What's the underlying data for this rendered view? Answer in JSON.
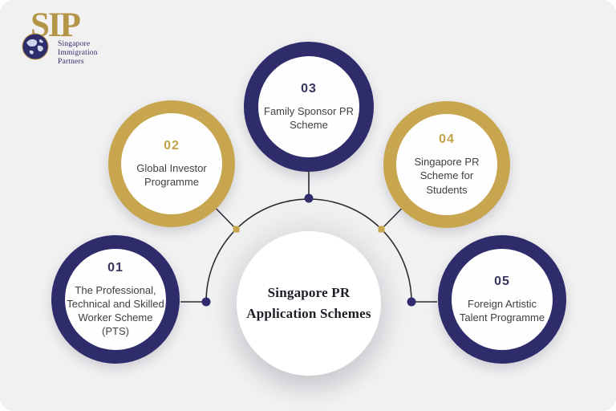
{
  "logo": {
    "acronym": "SIP",
    "company_lines": [
      "Singapore",
      "Immigration",
      "Partners"
    ]
  },
  "center": {
    "title_line1": "Singapore PR",
    "title_line2": "Application Schemes"
  },
  "schemes": [
    {
      "number": "01",
      "label": "The Professional, Technical and Skilled Worker Scheme (PTS)",
      "ring": "navy"
    },
    {
      "number": "02",
      "label": "Global Investor Programme",
      "ring": "gold"
    },
    {
      "number": "03",
      "label": "Family Sponsor PR Scheme",
      "ring": "navy"
    },
    {
      "number": "04",
      "label": "Singapore PR Scheme for Students",
      "ring": "gold"
    },
    {
      "number": "05",
      "label": "Foreign Artistic Talent Programme",
      "ring": "navy"
    }
  ],
  "colors": {
    "navy": "#2e2c6a",
    "gold": "#c7a64f",
    "background": "#f1f1f2",
    "connector_line": "#2b2b33",
    "title_text": "#1d1d26",
    "body_text": "#3f3f45",
    "logo_gold": "#b49447"
  }
}
